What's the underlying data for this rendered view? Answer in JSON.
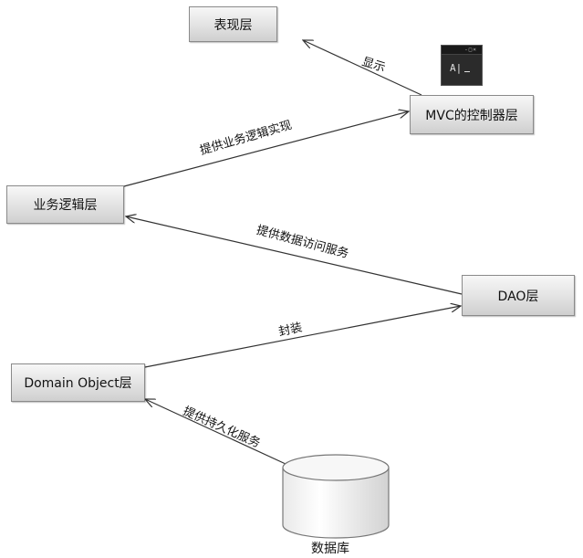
{
  "nodes": {
    "view": "表现层",
    "mvc": "MVC的控制器层",
    "biz": "业务逻辑层",
    "dao": "DAO层",
    "domain": "Domain Object层",
    "db": "数据库"
  },
  "edges": {
    "show": "显示",
    "biz_impl": "提供业务逻辑实现",
    "data_access": "提供数据访问服务",
    "wrap": "封装",
    "persist": "提供持久化服务"
  },
  "terminal_icon": {
    "name": "terminal-icon",
    "prompt_text": "A|"
  }
}
